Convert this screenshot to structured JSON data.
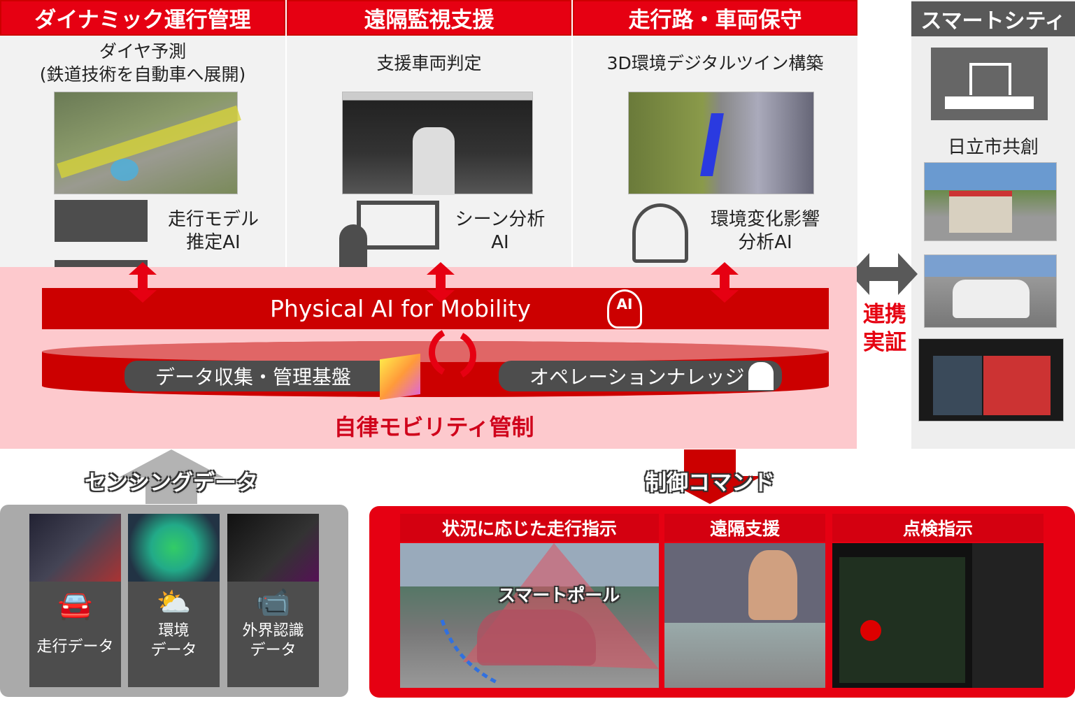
{
  "columns": [
    {
      "title": "ダイナミック運行管理",
      "subtitle_line1": "ダイヤ予測",
      "subtitle_line2": "(鉄道技術を自動車へ展開)",
      "ai_line1": "走行モデル",
      "ai_line2": "推定AI",
      "icon": "train-diagram-icon"
    },
    {
      "title": "遠隔監視支援",
      "subtitle_line1": "支援車両判定",
      "ai_line1": "シーン分析",
      "ai_line2": "AI",
      "icon": "remote-operator-icon"
    },
    {
      "title": "走行路・車両保守",
      "subtitle_line1": "3D環境デジタルツイン構築",
      "ai_line1": "環境変化影響",
      "ai_line2": "分析AI",
      "icon": "analysis-monitor-icon"
    }
  ],
  "smart_city": {
    "title": "スマートシティ",
    "caption": "日立市共創",
    "icon": "smart-city-icon"
  },
  "link": {
    "line1": "連携",
    "line2": "実証"
  },
  "core": {
    "band": "Physical AI for Mobility",
    "data_platform": "データ収集・管理基盤",
    "knowledge": "オペレーションナレッジ",
    "label": "自律モビリティ管制"
  },
  "sensing": {
    "arrow_label": "センシングデータ",
    "tiles": [
      {
        "label1": "走行データ",
        "label2": ""
      },
      {
        "label1": "環境",
        "label2": "データ"
      },
      {
        "label1": "外界認識",
        "label2": "データ"
      }
    ]
  },
  "control": {
    "arrow_label": "制御コマンド",
    "sections": [
      "状況に応じた走行指示",
      "遠隔支援",
      "点検指示"
    ],
    "overlay": "スマートポール"
  },
  "colors": {
    "red": "#e60012",
    "dark_red": "#cc0000",
    "pink": "#fdc9cd",
    "gray": "#4d4d4d"
  }
}
